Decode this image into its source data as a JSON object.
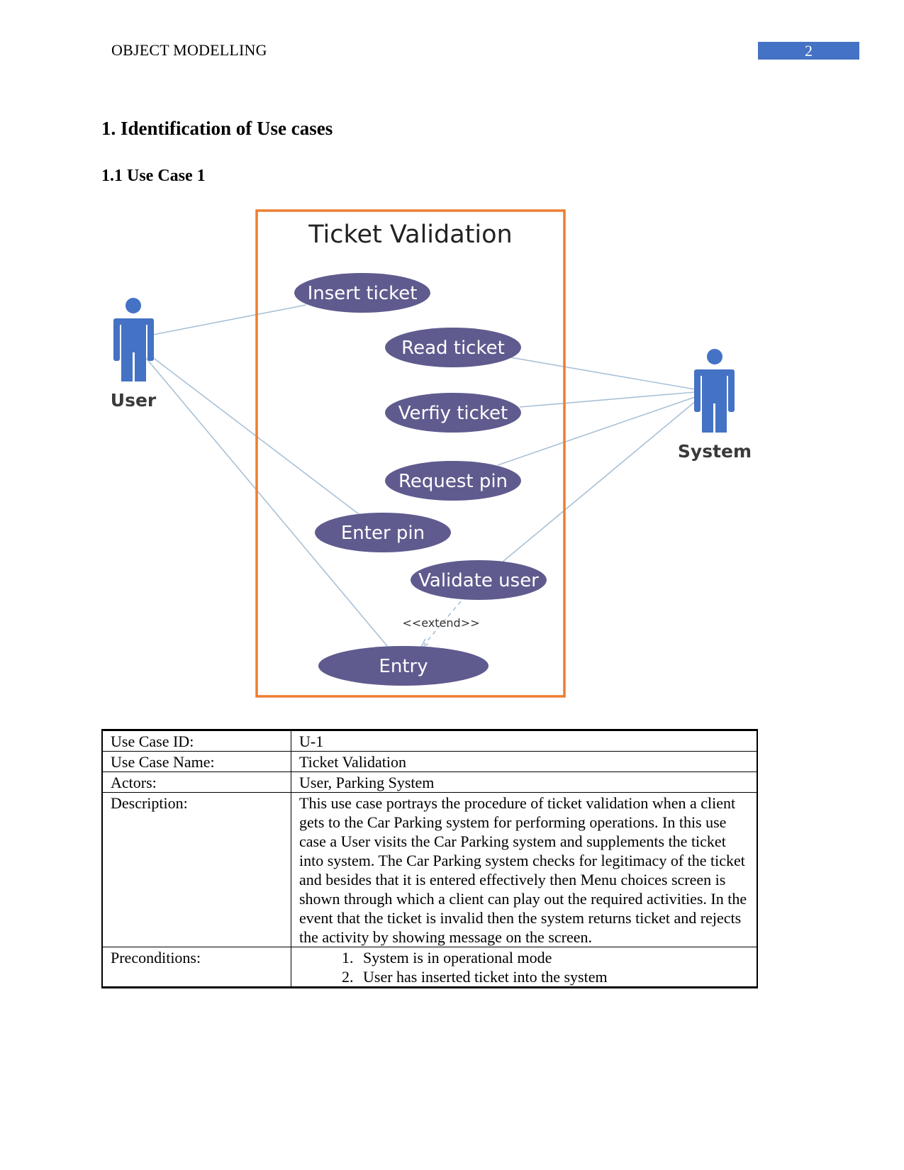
{
  "header": {
    "running_title": "OBJECT MODELLING",
    "page_number": "2"
  },
  "headings": {
    "section": "1. Identification of Use cases",
    "subsection": "1.1 Use Case 1"
  },
  "diagram": {
    "system_title": "Ticket Validation",
    "actor_user": "User",
    "actor_system": "System",
    "use_cases": [
      "Insert ticket",
      "Read ticket",
      "Verfiy ticket",
      "Request pin",
      "Enter pin",
      "Validate user",
      "Entry"
    ],
    "extend_label": "<<extend>>",
    "colors": {
      "boundary": "#ed7d31",
      "use_case_fill": "#5f5b8e",
      "actor": "#4472c4",
      "line": "#a9c1d6"
    }
  },
  "table": {
    "rows": [
      {
        "label": "Use Case ID:",
        "value": "U-1"
      },
      {
        "label": "Use Case Name:",
        "value": "Ticket Validation"
      },
      {
        "label": "Actors:",
        "value": "User, Parking System"
      },
      {
        "label": "Description:",
        "value": "This use case portrays the procedure of ticket validation when a client gets to the Car Parking system for performing operations. In this use case a User visits the Car Parking system and supplements the ticket into system. The Car Parking system checks for legitimacy of the ticket and besides that it is entered effectively then Menu choices screen is shown through which a client can play out the required activities. In the event that the ticket is invalid then the system returns ticket and rejects the activity by showing message on the screen."
      }
    ],
    "preconditions": {
      "label": "Preconditions:",
      "items": [
        "System is in operational mode",
        "User has inserted ticket into the system"
      ]
    }
  }
}
